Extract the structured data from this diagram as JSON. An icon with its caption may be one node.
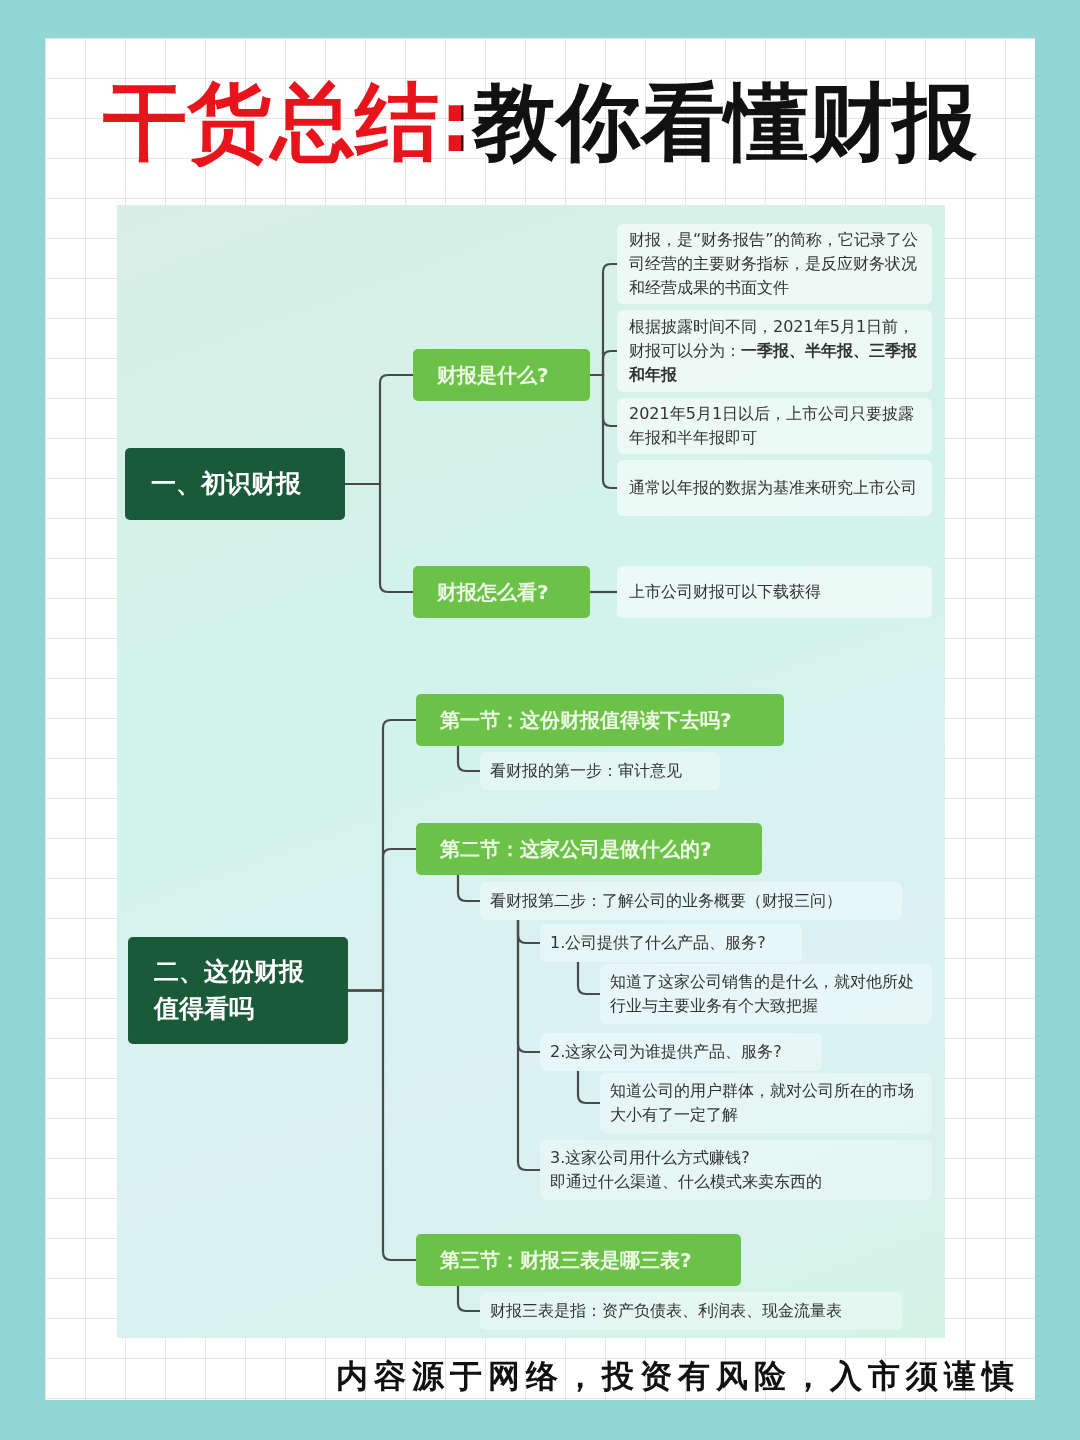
{
  "diagram": {
    "title": "干货总结:教你看懂财报",
    "caption": "内容源于网络，投资有风险，入市须谨慎",
    "nodes": [
      {
        "text": [
          "一、初识财报"
        ]
      },
      {
        "text": [
          "财报是什么?"
        ]
      },
      {
        "text": [
          "财报，是“财务报告”的简称，它记录了公司经营的主要财务指标，是反应财务状况和经营成果的书面文件"
        ]
      },
      {
        "text": [
          "根据披露时间不同，2021年5月1日前，财报可以分为：**一季报、半年报、三季报和年报**"
        ]
      },
      {
        "text": [
          "2021年5月1日以后，上市公司只要披露年报和半年报即可"
        ]
      },
      {
        "text": [
          "通常以年报的数据为基准来研究上市公司"
        ]
      },
      {
        "text": [
          "财报怎么看?"
        ]
      },
      {
        "text": [
          "上市公司财报可以下载获得"
        ]
      },
      {
        "text": [
          "二、这份财报值得看吗"
        ]
      },
      {
        "text": [
          "第一节：这份财报值得读下去吗?"
        ]
      },
      {
        "text": [
          "看财报的第一步：审计意见"
        ]
      },
      {
        "text": [
          "第二节：这家公司是做什么的?"
        ]
      },
      {
        "text": [
          "看财报第二步：了解公司的业务概要（财报三问）"
        ]
      },
      {
        "text": [
          "1.公司提供了什么产品、服务?"
        ]
      },
      {
        "text": [
          "知道了这家公司销售的是什么，就对他所处行业与主要业务有个大致把握"
        ]
      },
      {
        "text": [
          "2.这家公司为谁提供产品、服务?"
        ]
      },
      {
        "text": [
          "知道公司的用户群体，就对公司所在的市场大小有了一定了解"
        ]
      },
      {
        "text": [
          "3.这家公司用什么方式赚钱?",
          "即通过什么渠道、什么模式来卖东西的"
        ]
      },
      {
        "text": [
          "第三节：财报三表是哪三表?"
        ]
      },
      {
        "text": [
          "财报三表是指：资产负债表、利润表、现金流量表"
        ]
      }
    ],
    "edges": [
      {
        "from": 0,
        "to": 1,
        "arrow": "none"
      },
      {
        "from": 0,
        "to": 6,
        "arrow": "none"
      },
      {
        "from": 1,
        "to": 2,
        "arrow": "none"
      },
      {
        "from": 1,
        "to": 3,
        "arrow": "none"
      },
      {
        "from": 1,
        "to": 4,
        "arrow": "none"
      },
      {
        "from": 1,
        "to": 5,
        "arrow": "none"
      },
      {
        "from": 6,
        "to": 7,
        "arrow": "none"
      },
      {
        "from": 8,
        "to": 9,
        "arrow": "none"
      },
      {
        "from": 8,
        "to": 11,
        "arrow": "none"
      },
      {
        "from": 8,
        "to": 18,
        "arrow": "none"
      },
      {
        "from": 9,
        "to": 10,
        "arrow": "none"
      },
      {
        "from": 11,
        "to": 12,
        "arrow": "none"
      },
      {
        "from": 12,
        "to": 13,
        "arrow": "none"
      },
      {
        "from": 12,
        "to": 15,
        "arrow": "none"
      },
      {
        "from": 12,
        "to": 17,
        "arrow": "none"
      },
      {
        "from": 13,
        "to": 14,
        "arrow": "none"
      },
      {
        "from": 15,
        "to": 16,
        "arrow": "none"
      },
      {
        "from": 18,
        "to": 19,
        "arrow": "none"
      }
    ]
  }
}
